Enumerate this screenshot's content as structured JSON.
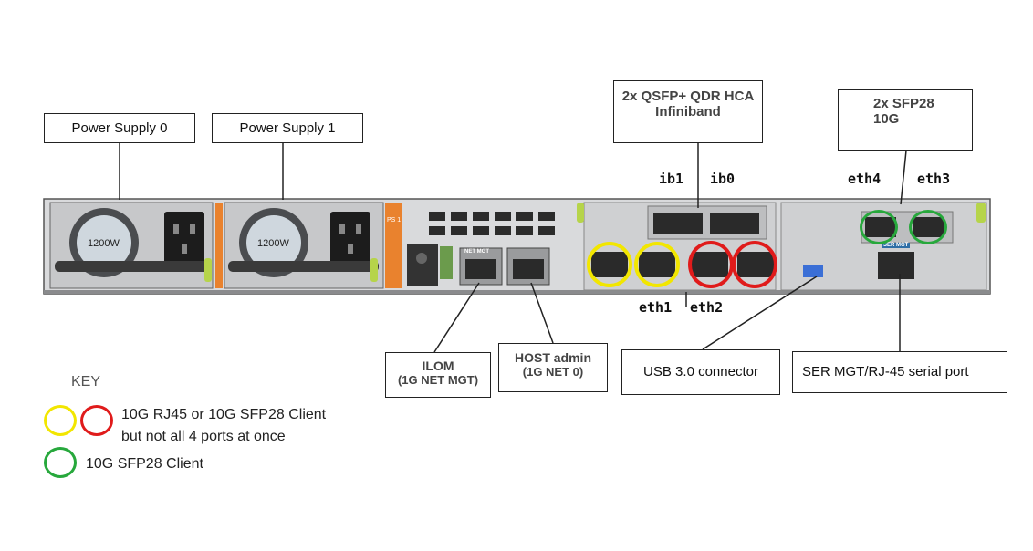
{
  "labels": {
    "ps0": "Power Supply 0",
    "ps1": "Power Supply 1",
    "qsfp_line1": "2x QSFP+ QDR HCA",
    "qsfp_line2": "Infiniband",
    "sfp28_line1": "2x SFP28",
    "sfp28_line2": "10G",
    "ib1": "ib1",
    "ib0": "ib0",
    "eth4": "eth4",
    "eth3": "eth3",
    "eth1": "eth1",
    "eth2": "eth2",
    "ilom_line1": "ILOM",
    "ilom_line2": "(1G NET MGT)",
    "host_line1": "HOST admin",
    "host_line2": "(1G NET 0)",
    "usb": "USB 3.0 connector",
    "ser": "SER MGT/RJ-45 serial port"
  },
  "chassis": {
    "psu_rating_0": "1200W",
    "psu_rating_1": "1200W",
    "port_net_mgt": "NET MGT",
    "port_ser_mgt": "SER MGT",
    "ps_tag": "PS 1"
  },
  "key": {
    "title": "KEY",
    "line1": "10G RJ45 or 10G SFP28 Client",
    "line2": "but not all 4 ports at once",
    "line3": "10G SFP28 Client"
  },
  "colors": {
    "yellow": "#f2e600",
    "red": "#e01b1b",
    "green": "#27a83c"
  }
}
